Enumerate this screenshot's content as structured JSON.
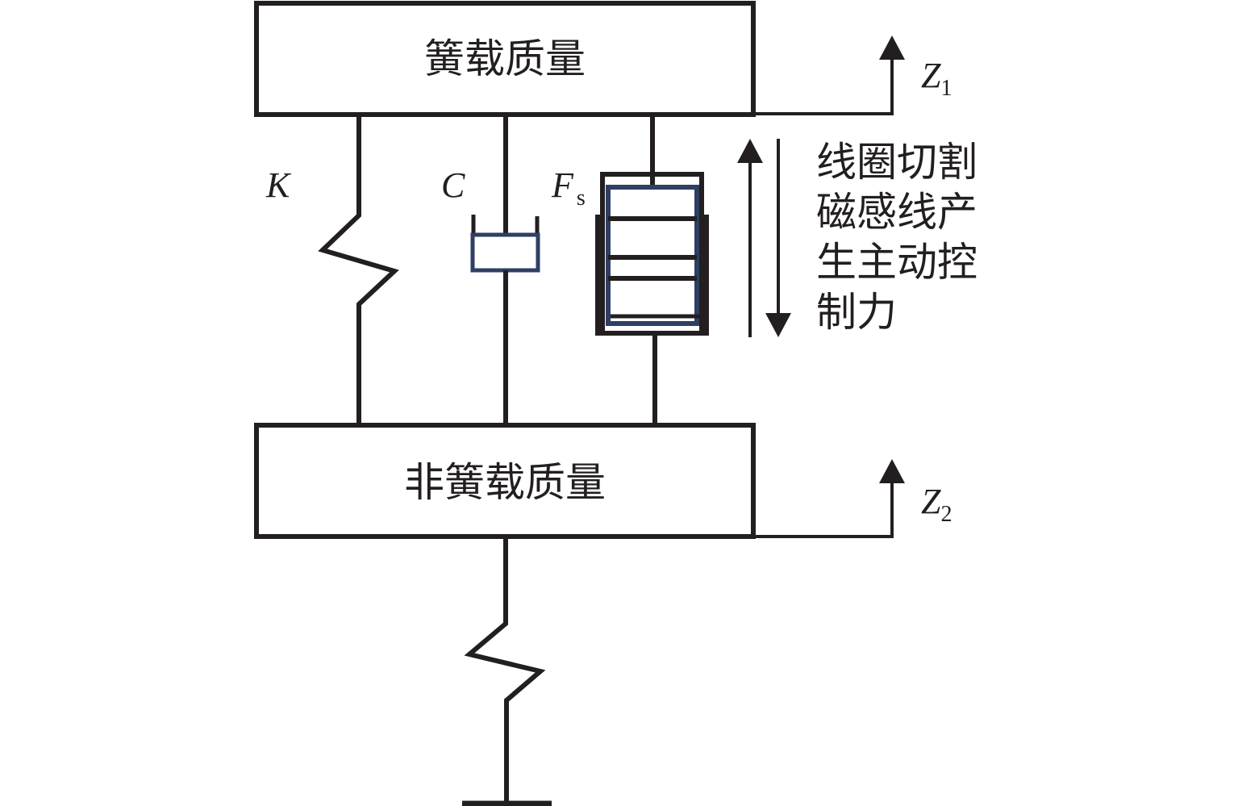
{
  "diagram": {
    "type": "quarter-car active suspension model",
    "colors": {
      "stroke": "#231f20",
      "damper_body": "#2e3f63",
      "coil_body": "#2e3f63",
      "background": "#ffffff"
    },
    "sprung_mass": {
      "label": "簧载质量"
    },
    "unsprung_mass": {
      "label": "非簧载质量"
    },
    "spring": {
      "symbol": "K"
    },
    "damper": {
      "symbol": "C"
    },
    "actuator": {
      "symbol": "F",
      "subscript": "s"
    },
    "displacement_1": {
      "symbol": "Z",
      "subscript": "1"
    },
    "displacement_2": {
      "symbol": "Z",
      "subscript": "2"
    },
    "annotation": {
      "lines": [
        "线圈切割",
        "磁感线产",
        "生主动控",
        "制力"
      ]
    }
  }
}
